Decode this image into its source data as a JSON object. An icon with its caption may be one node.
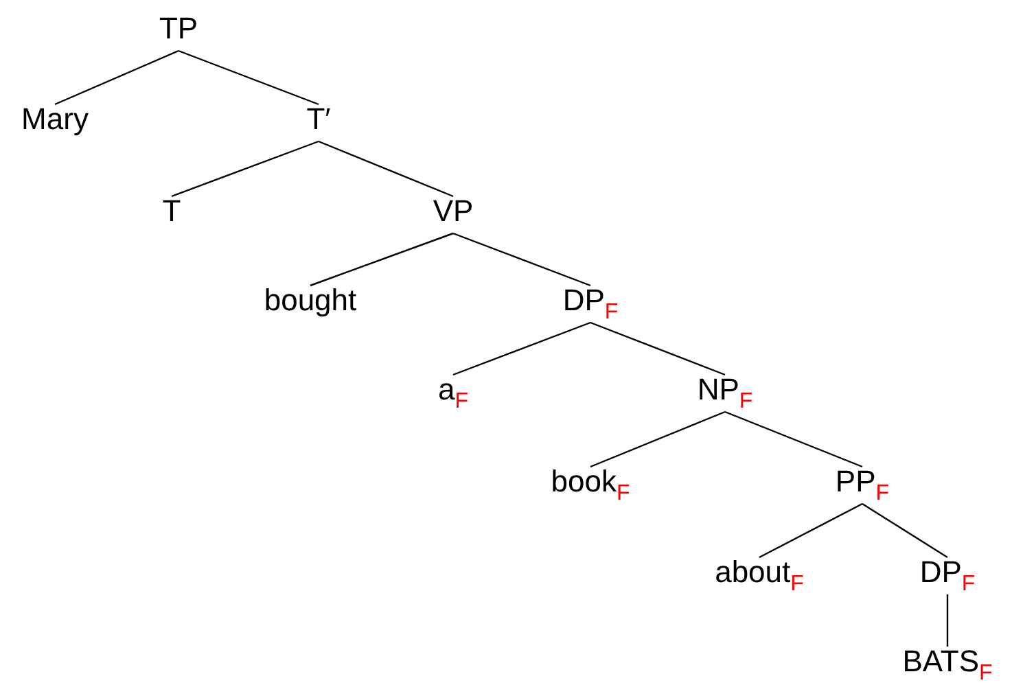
{
  "diagram": {
    "nodes": [
      {
        "text": [
          "TP"
        ]
      },
      {
        "text": [
          "Mary"
        ]
      },
      {
        "text": [
          "T′"
        ]
      },
      {
        "text": [
          "T"
        ]
      },
      {
        "text": [
          "VP"
        ]
      },
      {
        "text": [
          "bought"
        ]
      },
      {
        "text": [
          "DP$_{F}$"
        ]
      },
      {
        "text": [
          "a$_{F}$"
        ]
      },
      {
        "text": [
          "NP$_{F}$"
        ]
      },
      {
        "text": [
          "book$_{F}$"
        ]
      },
      {
        "text": [
          "PP$_{F}$"
        ]
      },
      {
        "text": [
          "about$_{F}$"
        ]
      },
      {
        "text": [
          "DP$_{F}$"
        ]
      },
      {
        "text": [
          "BATS$_{F}$"
        ]
      }
    ],
    "edges": [
      {
        "from": 0,
        "to": 1,
        "arrow": "none"
      },
      {
        "from": 0,
        "to": 2,
        "arrow": "none"
      },
      {
        "from": 2,
        "to": 3,
        "arrow": "none"
      },
      {
        "from": 2,
        "to": 4,
        "arrow": "none"
      },
      {
        "from": 4,
        "to": 5,
        "arrow": "none"
      },
      {
        "from": 4,
        "to": 6,
        "arrow": "none"
      },
      {
        "from": 6,
        "to": 7,
        "arrow": "none"
      },
      {
        "from": 6,
        "to": 8,
        "arrow": "none"
      },
      {
        "from": 8,
        "to": 9,
        "arrow": "none"
      },
      {
        "from": 8,
        "to": 10,
        "arrow": "none"
      },
      {
        "from": 10,
        "to": 11,
        "arrow": "none"
      },
      {
        "from": 10,
        "to": 12,
        "arrow": "none"
      },
      {
        "from": 12,
        "to": 13,
        "arrow": "none"
      }
    ]
  }
}
